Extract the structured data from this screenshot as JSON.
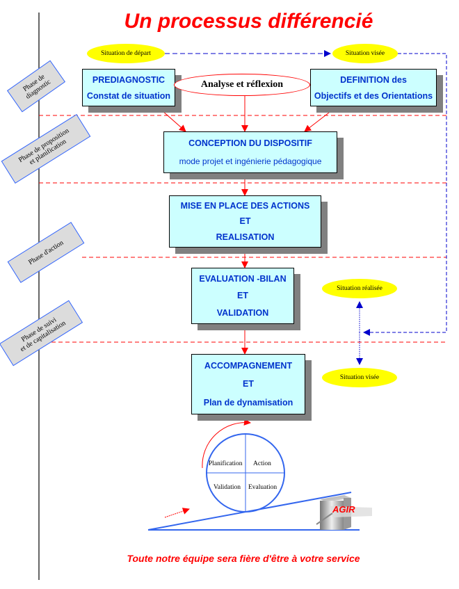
{
  "title": "Un processus différencié",
  "footer": "Toute notre équipe sera fière d'être à votre service",
  "situations": {
    "depart": "Situation de départ",
    "visee_top": "Situation visée",
    "realisee": "Situation réalisée",
    "visee_bottom": "Situation visée"
  },
  "analyse": "Analyse et réflexion",
  "phases": [
    {
      "line1": "Phase de",
      "line2": "diagnostic"
    },
    {
      "line1": "Phase de proposition",
      "line2": "et planification"
    },
    {
      "line1": "Phase d'action",
      "line2": ""
    },
    {
      "line1": "Phase de suivi",
      "line2": "et de capitalisation"
    }
  ],
  "boxes": {
    "prediagnostic": {
      "line1": "PREDIAGNOSTIC",
      "line2": "Constat de situation"
    },
    "definition": {
      "line1": "DEFINITION des",
      "line2": "Objectifs et des Orientations"
    },
    "conception": {
      "line1": "CONCEPTION DU DISPOSITIF",
      "line2": "mode projet et ingénierie pédagogique"
    },
    "mise": {
      "line1": "MISE EN PLACE DES ACTIONS",
      "line2": "ET",
      "line3": "REALISATION"
    },
    "evaluation": {
      "line1": "EVALUATION -BILAN",
      "line2": "ET",
      "line3": "VALIDATION"
    },
    "accompagnement": {
      "line1": "ACCOMPAGNEMENT",
      "line2": "ET",
      "line3": "Plan de dynamisation"
    }
  },
  "cycle": {
    "planification": "Planification",
    "action": "Action",
    "validation": "Validation",
    "evaluation": "Evaluation"
  },
  "logo": "AGIR",
  "colors": {
    "title_red": "#ff0000",
    "box_fill": "#ccffff",
    "box_text": "#0033cc",
    "ellipse_yellow": "#ffff00",
    "dash_blue": "#0000cc",
    "dash_red": "#ff0000",
    "cycle_blue": "#3366ee"
  }
}
